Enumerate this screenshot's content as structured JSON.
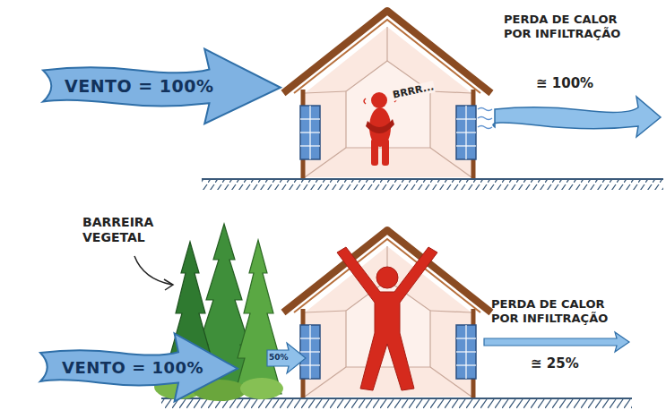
{
  "diagram": {
    "nodes": [
      {
        "text": [
          "VENTO = 100%"
        ]
      },
      {
        "text": [
          "VENTO = 100%"
        ]
      }
    ],
    "labels": [
      "BRRR...",
      "PERDA DE CALOR POR INFILTRAÇÃO",
      "≅ 100%",
      "BARREIRA VEGETAL",
      "50%",
      "PERDA DE CALOR POR INFILTRAÇÃO",
      "≅ 25%"
    ]
  }
}
